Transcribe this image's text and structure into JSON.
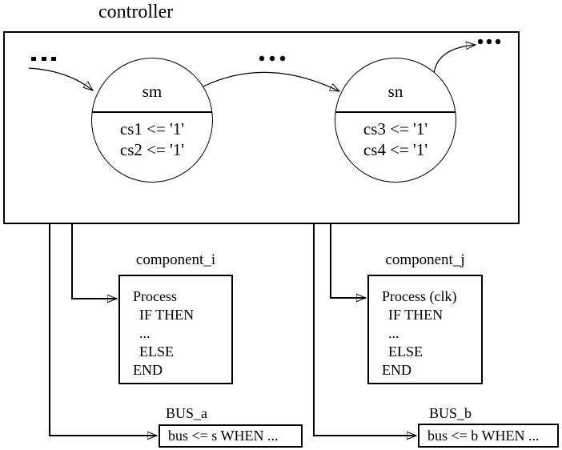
{
  "title": "controller",
  "fsm": {
    "states": [
      {
        "name": "sm",
        "actions": [
          "cs1 <= '1'",
          "cs2 <= '1'"
        ]
      },
      {
        "name": "sn",
        "actions": [
          "cs3 <= '1'",
          "cs4 <= '1'"
        ]
      }
    ],
    "ellipses": {
      "incoming": "...",
      "between_states": "...",
      "outgoing": "..."
    }
  },
  "components": [
    {
      "label": "component_i",
      "lines": [
        "Process",
        "IF THEN",
        "...",
        "ELSE",
        "END"
      ]
    },
    {
      "label": "component_j",
      "lines": [
        "Process (clk)",
        "IF THEN",
        "...",
        "ELSE",
        "END"
      ]
    }
  ],
  "buses": [
    {
      "label": "BUS_a",
      "value": "bus <= s WHEN ..."
    },
    {
      "label": "BUS_b",
      "value": "bus <= b WHEN ..."
    }
  ],
  "colors": {
    "ink": "#000000",
    "background": "#ffffff"
  }
}
